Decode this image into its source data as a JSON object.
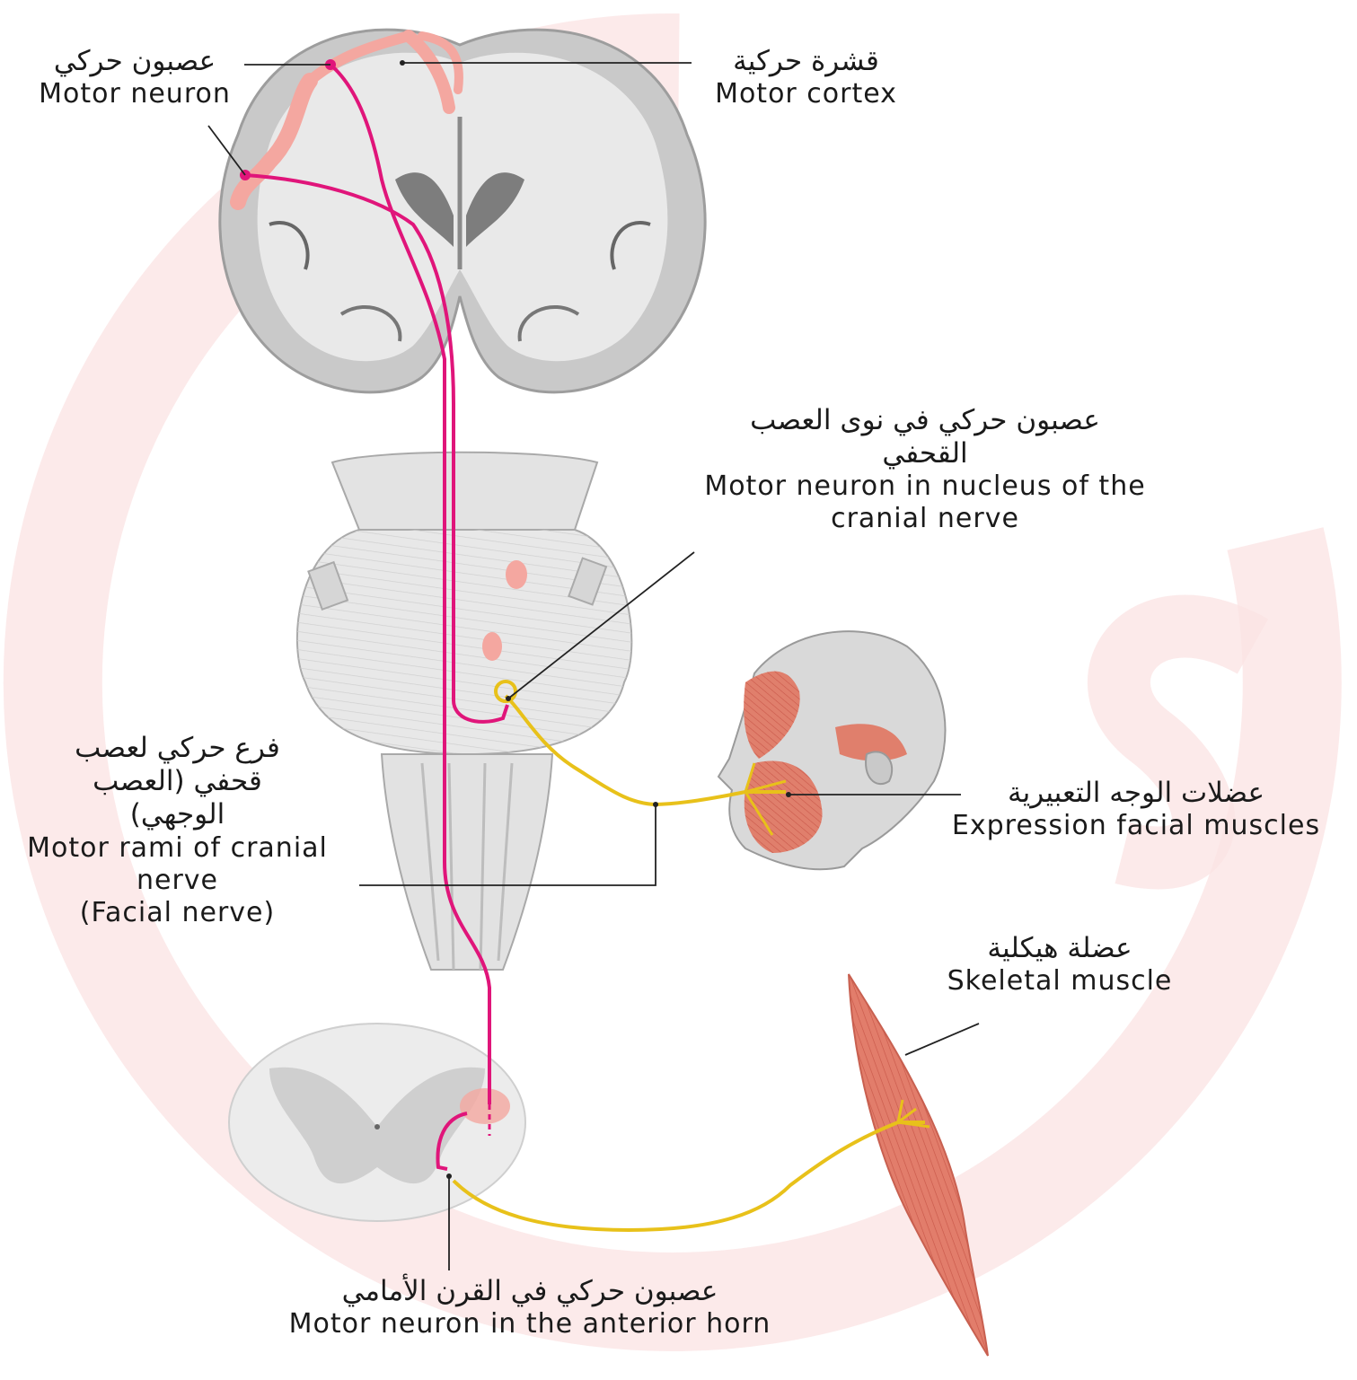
{
  "colors": {
    "upper_motor_neuron": "#e0157a",
    "lower_motor_neuron": "#e8c11a",
    "highlight": "#f4a7a0",
    "muscle": "#e27d6b",
    "watermark": "#fbe3e3",
    "leader": "#222222"
  },
  "labels": {
    "motor_neuron": {
      "ar": "عصبون حركي",
      "en": "Motor neuron"
    },
    "motor_cortex": {
      "ar": "قشرة حركية",
      "en": "Motor cortex"
    },
    "cranial_nucleus": {
      "ar_line1": "عصبون حركي في نوى العصب",
      "ar_line2": "القحفي",
      "en_line1": "Motor neuron in nucleus of the",
      "en_line2": "cranial nerve"
    },
    "motor_rami": {
      "ar_line1": "فرع حركي لعصب",
      "ar_line2": "قحفي (العصب",
      "ar_line3": "الوجهي)",
      "en_line1": "Motor rami of cranial",
      "en_line2": "nerve",
      "en_line3": "(Facial nerve)"
    },
    "facial_muscles": {
      "ar": "عضلات الوجه التعبيرية",
      "en": "Expression facial muscles"
    },
    "skeletal_muscle": {
      "ar": "عضلة هيكلية",
      "en": "Skeletal muscle"
    },
    "anterior_horn": {
      "ar": "عصبون حركي في القرن الأمامي",
      "en": "Motor neuron in the anterior horn"
    }
  }
}
